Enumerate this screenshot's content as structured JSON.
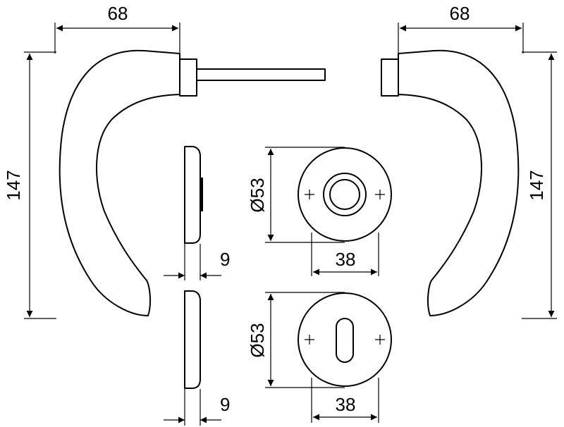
{
  "dimensions": {
    "left_handle_width": "68",
    "right_handle_width": "68",
    "left_handle_height": "147",
    "right_handle_height": "147",
    "rose_diameter": "Ø53",
    "escutcheon_diameter": "Ø53",
    "rose_width": "38",
    "escutcheon_width": "38",
    "rose_thickness": "9",
    "escutcheon_thickness": "9"
  }
}
